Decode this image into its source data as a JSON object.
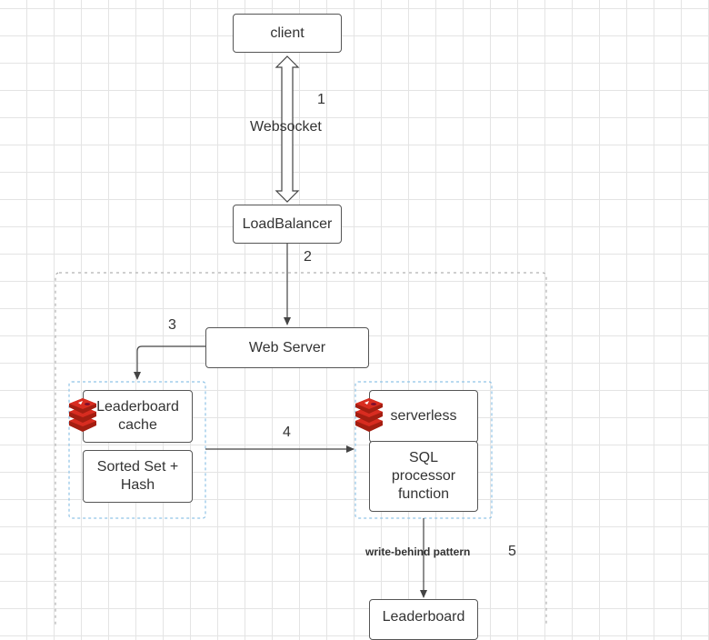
{
  "nodes": {
    "client": "client",
    "load_balancer": "LoadBalancer",
    "web_server": "Web Server",
    "leaderboard_cache": "Leaderboard cache",
    "sorted_set": "Sorted Set + Hash",
    "serverless": "serverless",
    "sql_processor": "SQL processor function",
    "leaderboard_db": "Leaderboard"
  },
  "edge_labels": {
    "websocket": "Websocket",
    "write_behind": "write-behind pattern"
  },
  "step_numbers": [
    "1",
    "2",
    "3",
    "4",
    "5"
  ],
  "icons": [
    "redis-icon",
    "redis-icon"
  ],
  "colors": {
    "grid": "#e4e4e4",
    "box_border": "#555555",
    "group_border_dotted": "#b0b0b0",
    "group_border_blue": "#8fc3e6",
    "redis_red": "#c6302b"
  }
}
